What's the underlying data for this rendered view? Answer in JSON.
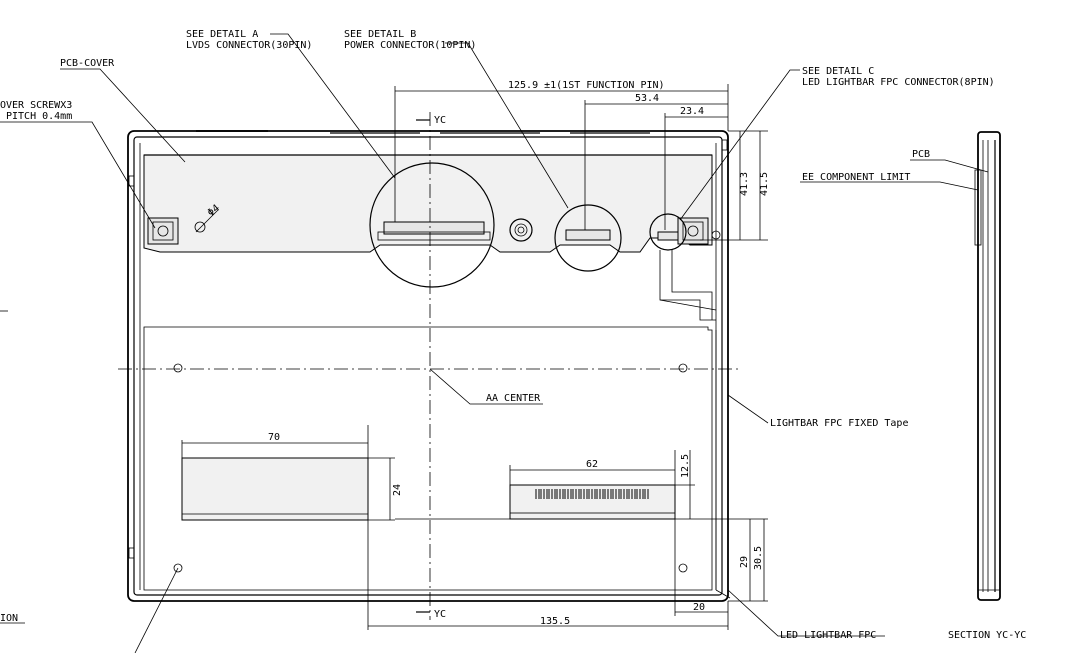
{
  "labels": {
    "detail_a_line1": "SEE DETAIL  A",
    "detail_a_line2": "LVDS CONNECTOR(30PIN)",
    "detail_b_line1": "SEE DETAIL  B",
    "detail_b_line2": "POWER CONNECTOR(10PIN)",
    "detail_c_line1": "SEE DETAIL  C",
    "detail_c_line2": "LED LIGHTBAR FPC CONNECTOR(8PIN)",
    "pcb_cover": "PCB-COVER",
    "cover_screw_line1": "OVER SCREWX3",
    "cover_screw_line2": "PITCH 0.4mm",
    "yc_top": "YC",
    "yc_bottom": "YC",
    "aa_center": "AA CENTER",
    "lightbar_tape": "LIGHTBAR FPC FIXED Tape",
    "led_lightbar_fpc": "LED LIGHTBAR FPC",
    "pcb": "PCB",
    "ee_component_limit": "EE COMPONENT LIMIT",
    "section": "SECTION  YC-YC",
    "ion_fragment": "ION",
    "phi4": "Φ4"
  },
  "dimensions": {
    "d125_9": "125.9 ±1(1ST FUNCTION PIN)",
    "d53_4": "53.4",
    "d23_4": "23.4",
    "d41_3": "41.3",
    "d41_5": "41.5",
    "d70": "70",
    "d24": "24",
    "d62": "62",
    "d12_5": "12.5",
    "d29": "29",
    "d30_5": "30.5",
    "d20": "20",
    "d135_5": "135.5"
  }
}
